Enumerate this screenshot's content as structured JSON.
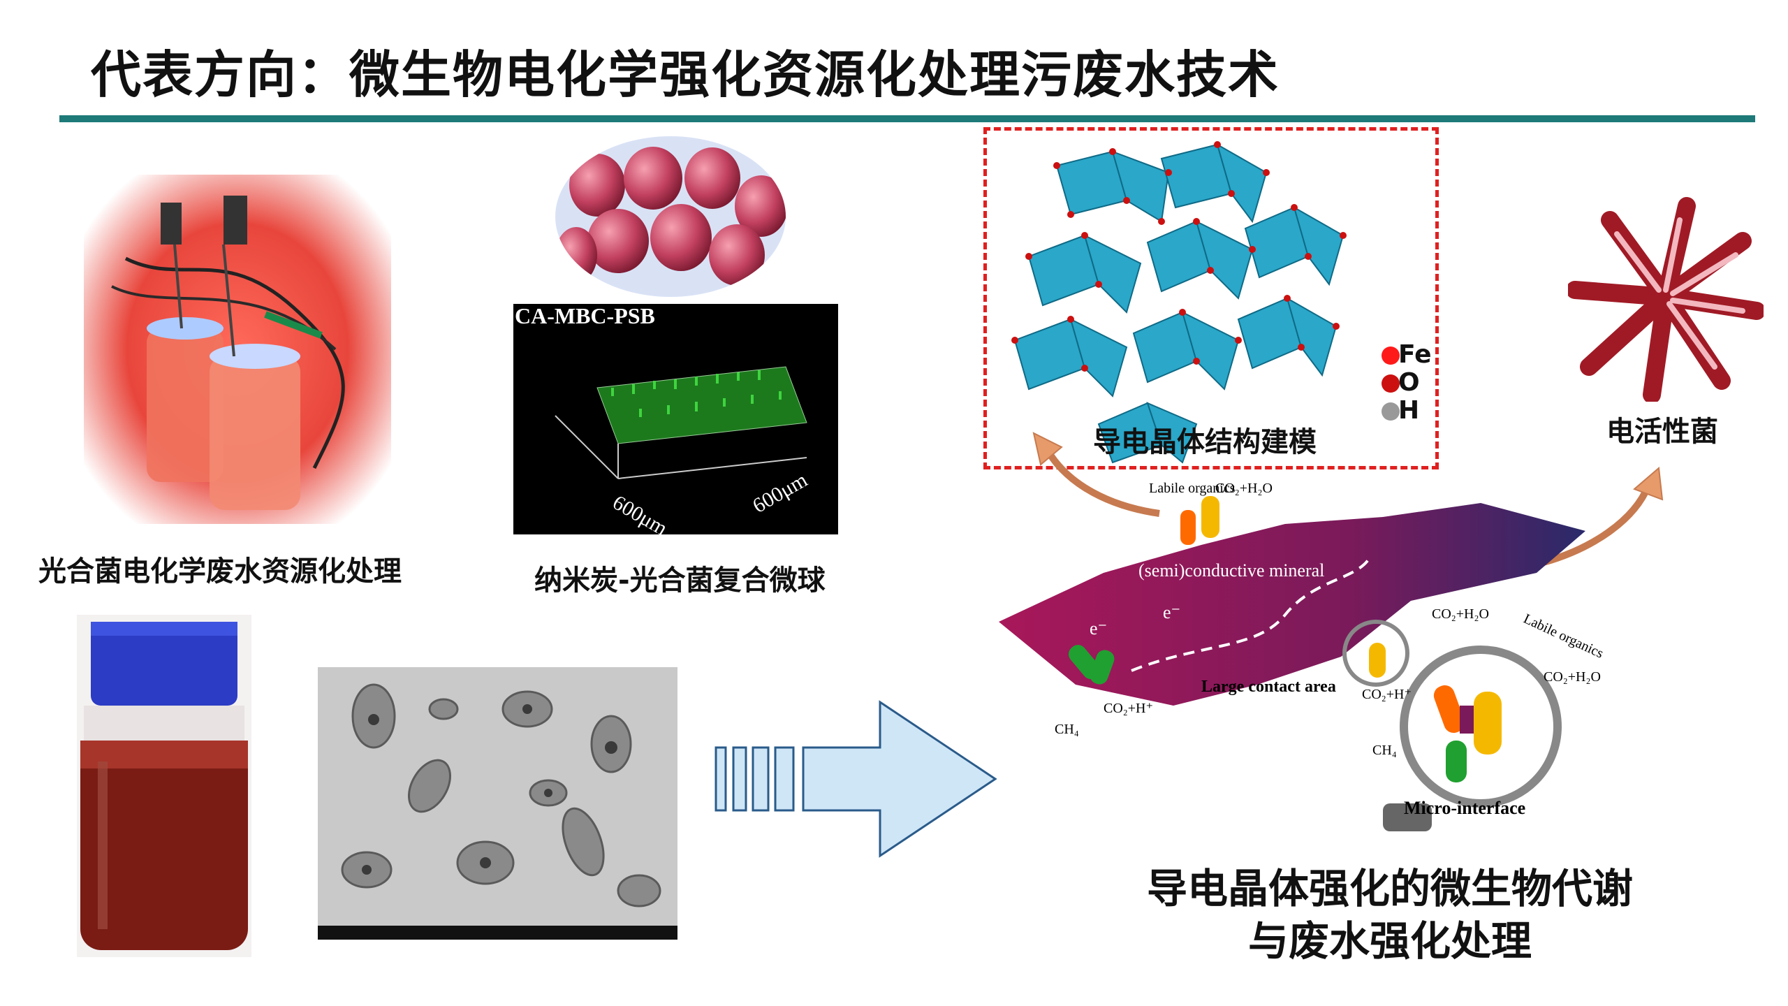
{
  "slide": {
    "title": "代表方向：微生物电化学强化资源化处理污废水技术"
  },
  "panels": {
    "reactor_caption": "光合菌电化学废水资源化处理",
    "microsphere_caption": "纳米炭-光合菌复合微球",
    "confocal_label": "CA-MBC-PSB",
    "scale_x": "600μm",
    "scale_y": "600μm",
    "crystal_caption": "导电晶体结构建模",
    "legend": [
      "Fe",
      "O",
      "H"
    ],
    "bacteria_caption": "电活性菌",
    "mechanism_caption_line1": "导电晶体强化的微生物代谢",
    "mechanism_caption_line2": "与废水强化处理"
  },
  "mechanism_labels": {
    "labile_organics_1": "Labile organics",
    "co2_h2o_1": "CO₂+H₂O",
    "semiconductive": "(semi)conductive mineral",
    "electron": "e⁻",
    "labile_organics_2": "Labile organics",
    "co2_h2o_2": "CO₂+H₂O",
    "co2_h2o_3": "CO₂+H₂O",
    "large_contact": "Large contact area",
    "co2_h_1": "CO₂+H⁺",
    "co2_h_2": "CO₂+H⁺",
    "ch4_1": "CH₄",
    "ch4_2": "CH₄",
    "micro_interface": "Micro-interface"
  },
  "colors": {
    "accent_rule": "#1d7a78",
    "crystal": "#2aa7c9",
    "dashed_frame": "#e02020",
    "arrow_fill": "#cfe6f7",
    "arrow_stroke": "#2a5b8a",
    "mineral": "#9b1a5a"
  }
}
